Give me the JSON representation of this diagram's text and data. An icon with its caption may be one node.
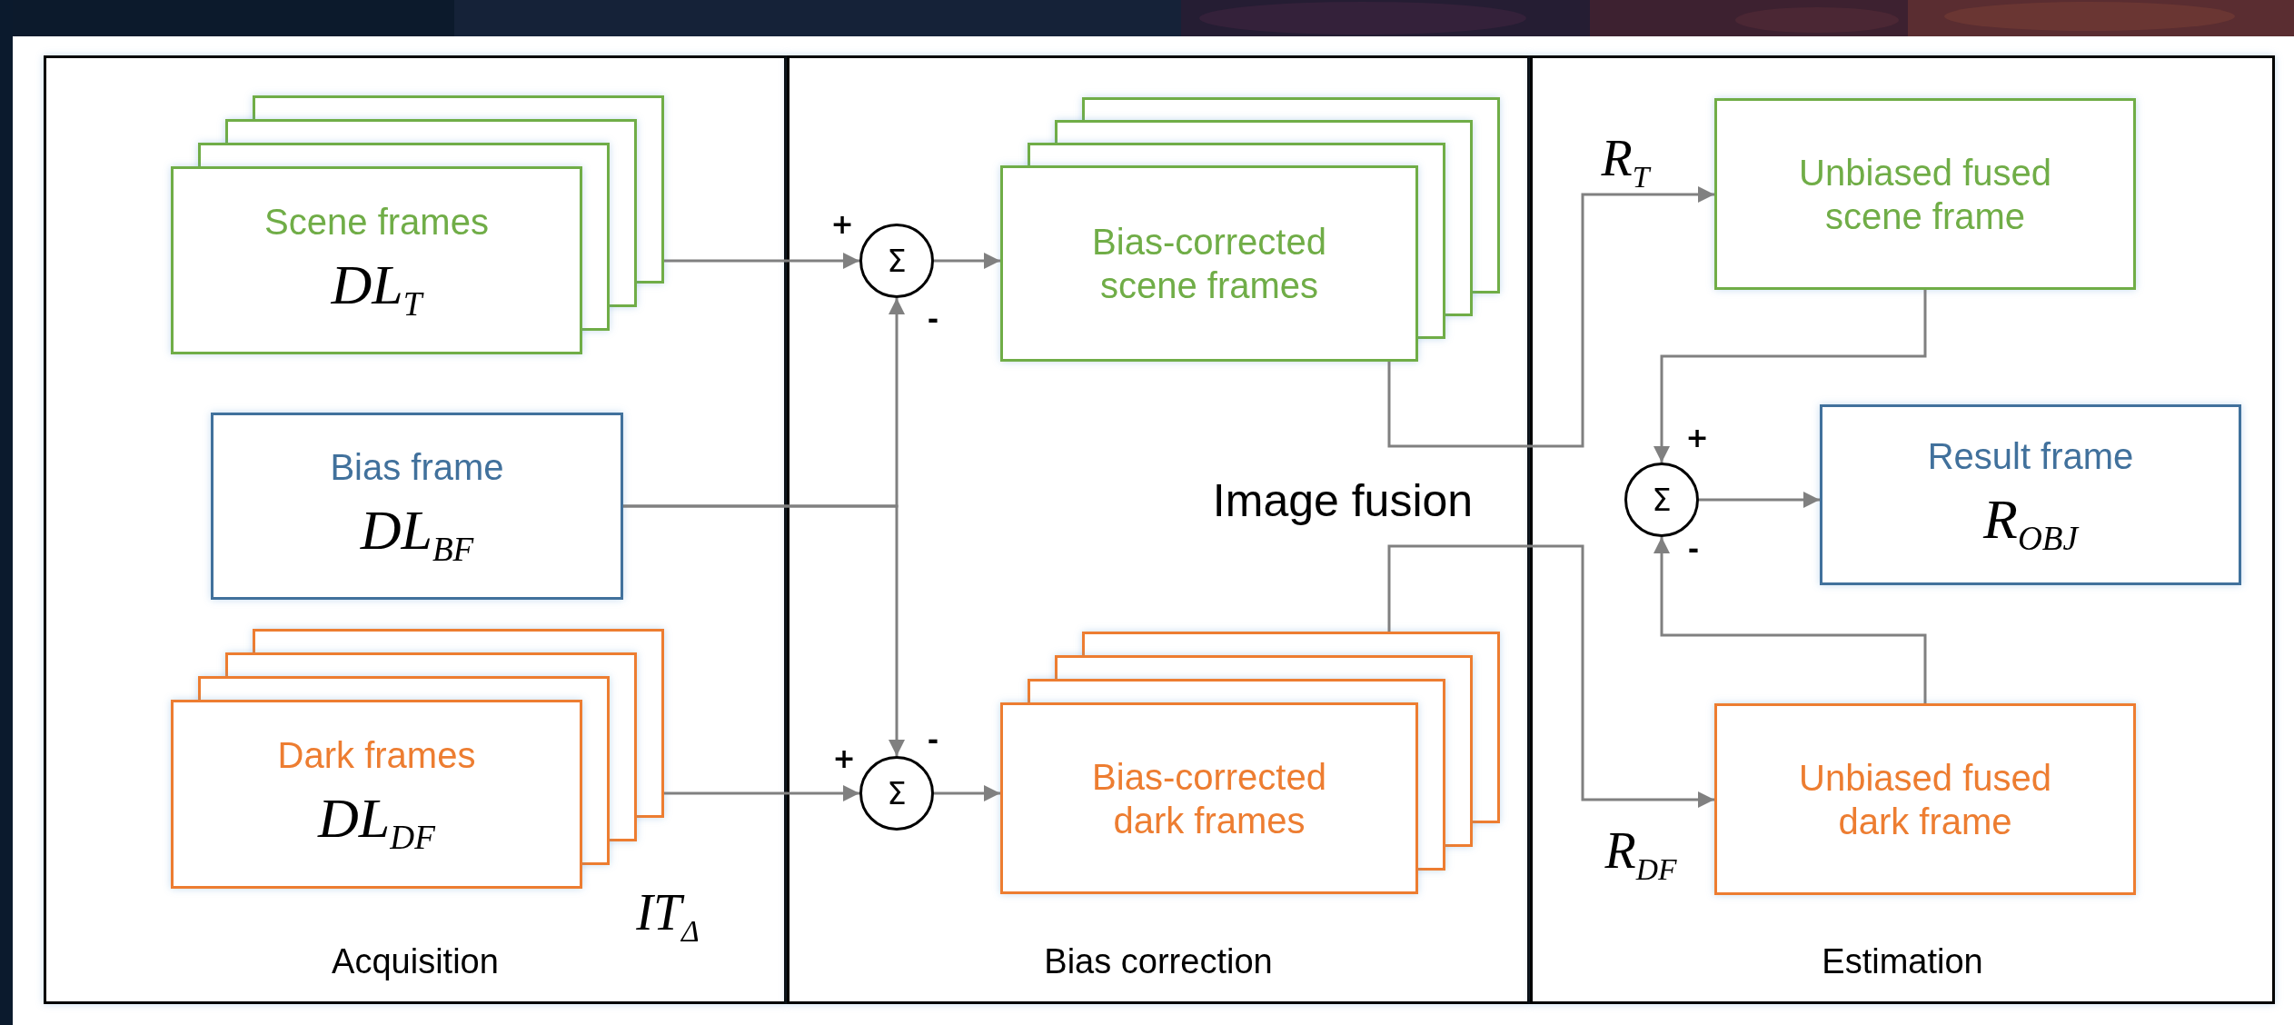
{
  "diagram": {
    "nodes": [
      {
        "text": [
          "Acquisition"
        ]
      },
      {
        "text": [
          "Scene frames",
          "DL$_{T}$"
        ],
        "in": 0
      },
      {
        "text": [
          "Bias frame",
          "DL$_{BF}$"
        ],
        "in": 0
      },
      {
        "text": [
          "Dark frames",
          "DL$_{DF}$"
        ],
        "in": 0
      },
      {
        "text": [
          "Bias correction"
        ]
      },
      {
        "text": [
          "Σ"
        ],
        "in": 4
      },
      {
        "text": [
          "Bias-corrected scene frames"
        ],
        "in": 4
      },
      {
        "text": [
          "Σ"
        ],
        "in": 4
      },
      {
        "text": [
          "Bias-corrected dark frames"
        ],
        "in": 4
      },
      {
        "text": [
          "Estimation"
        ]
      },
      {
        "text": [
          "Unbiased fused scene frame"
        ],
        "in": 9
      },
      {
        "text": [
          "Σ"
        ],
        "in": 9
      },
      {
        "text": [
          "Result frame",
          "R$_{OBJ}$"
        ],
        "in": 9
      },
      {
        "text": [
          "Unbiased fused dark frame"
        ],
        "in": 9
      }
    ],
    "edges": [
      {
        "from": 1,
        "to": 5,
        "arrow": "to"
      },
      {
        "from": 2,
        "to": 5,
        "arrow": "to"
      },
      {
        "from": 2,
        "to": 7,
        "arrow": "to"
      },
      {
        "from": 3,
        "to": 7,
        "arrow": "to"
      },
      {
        "from": 5,
        "to": 6,
        "arrow": "to"
      },
      {
        "from": 7,
        "to": 8,
        "arrow": "to"
      },
      {
        "from": 6,
        "to": 10,
        "arrow": "to",
        "label": "R$_{T}$"
      },
      {
        "from": 8,
        "to": 13,
        "arrow": "to",
        "label": "R$_{DF}$"
      },
      {
        "from": 10,
        "to": 11,
        "arrow": "to"
      },
      {
        "from": 13,
        "to": 11,
        "arrow": "to"
      },
      {
        "from": 11,
        "to": 12,
        "arrow": "to"
      }
    ],
    "labels": [
      "+",
      "-",
      "+",
      "Image fusion",
      "-",
      "-",
      "+",
      "IT$_{Δ}$"
    ]
  }
}
